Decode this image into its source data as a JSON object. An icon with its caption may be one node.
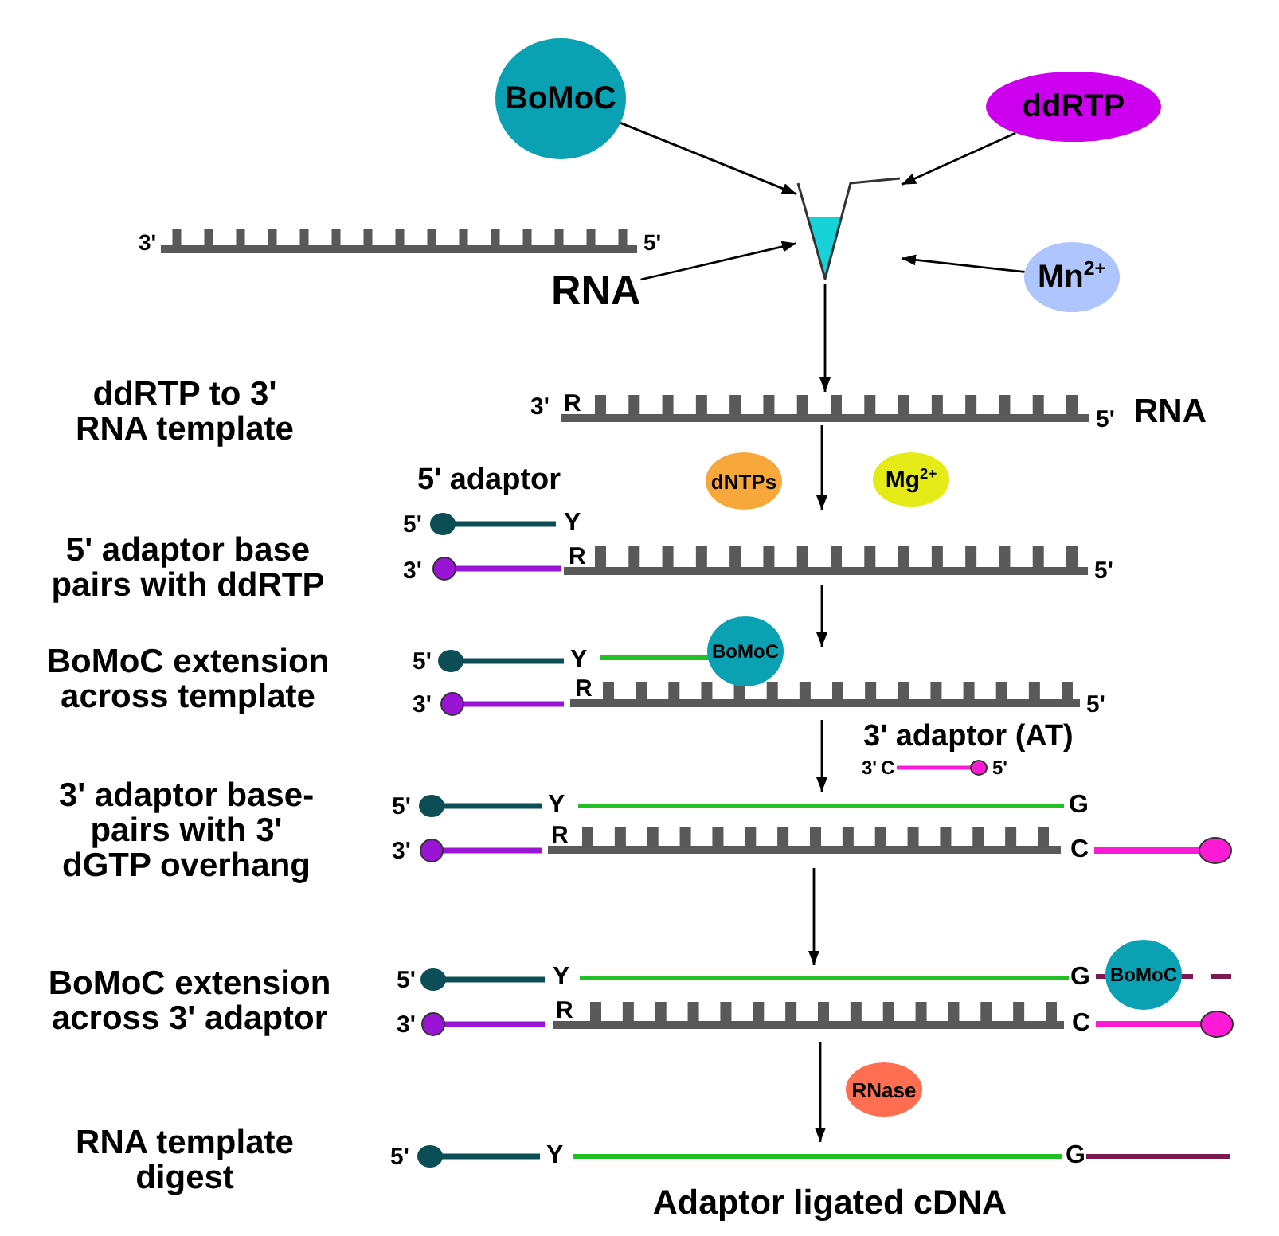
{
  "diagram": {
    "nodes": [
      {
        "text": [
          "BoMoC"
        ]
      },
      {
        "text": [
          "ddRTP"
        ]
      },
      {
        "text": [],
        "shape": "picture"
      },
      {
        "text": [
          "RNA"
        ]
      },
      {
        "text": [
          "Mn$^{2+}$"
        ]
      },
      {
        "text": [],
        "shape": "picture",
        "beside": [
          "3'",
          "5'",
          "RNA"
        ]
      },
      {
        "text": [
          "dNTPs"
        ]
      },
      {
        "text": [
          "Mg$^{2+}$"
        ]
      },
      {
        "text": [],
        "shape": "picture",
        "beside": [
          "5'",
          "3'",
          "5'"
        ]
      },
      {
        "text": [],
        "shape": "picture",
        "beside": [
          "5'",
          "3'",
          "5'"
        ]
      },
      {
        "text": [
          "BoMoC"
        ]
      },
      {
        "text": [],
        "shape": "picture",
        "beside": [
          "5'",
          "3'"
        ]
      },
      {
        "text": [],
        "shape": "picture",
        "beside": [
          "5'",
          "3'"
        ]
      },
      {
        "text": [
          "BoMoC"
        ]
      },
      {
        "text": [
          "RNase"
        ]
      },
      {
        "text": [],
        "shape": "picture",
        "beside": [
          "5'"
        ]
      }
    ],
    "edges": [
      {
        "from": 0,
        "to": 2,
        "arrow": "to"
      },
      {
        "from": 1,
        "to": 2,
        "arrow": "to"
      },
      {
        "from": 3,
        "to": 2,
        "arrow": "to"
      },
      {
        "from": 4,
        "to": 2,
        "arrow": "to"
      },
      {
        "from": 2,
        "to": 5,
        "arrow": "to"
      },
      {
        "from": 5,
        "to": 8,
        "arrow": "to"
      },
      {
        "from": 8,
        "to": 9,
        "arrow": "to"
      },
      {
        "from": 9,
        "to": 11,
        "arrow": "to"
      },
      {
        "from": 11,
        "to": 12,
        "arrow": "to"
      },
      {
        "from": 12,
        "to": 15,
        "arrow": "to"
      }
    ],
    "labels": [
      "3'",
      "5'",
      "ddRTP to 3' RNA template",
      "R",
      "5' adaptor",
      "Y",
      "5' adaptor base pairs with ddRTP",
      "R",
      "BoMoC extension across template",
      "Y",
      "R",
      "3' adaptor (AT)",
      "3'",
      "C",
      "5'",
      "3' adaptor base-pairs with 3' dGTP overhang",
      "Y",
      "G",
      "R",
      "C",
      "BoMoC extension across 3' adaptor",
      "Y",
      "G",
      "R",
      "C",
      "RNA template digest",
      "Y",
      "G",
      "Adaptor ligated cDNA"
    ]
  }
}
